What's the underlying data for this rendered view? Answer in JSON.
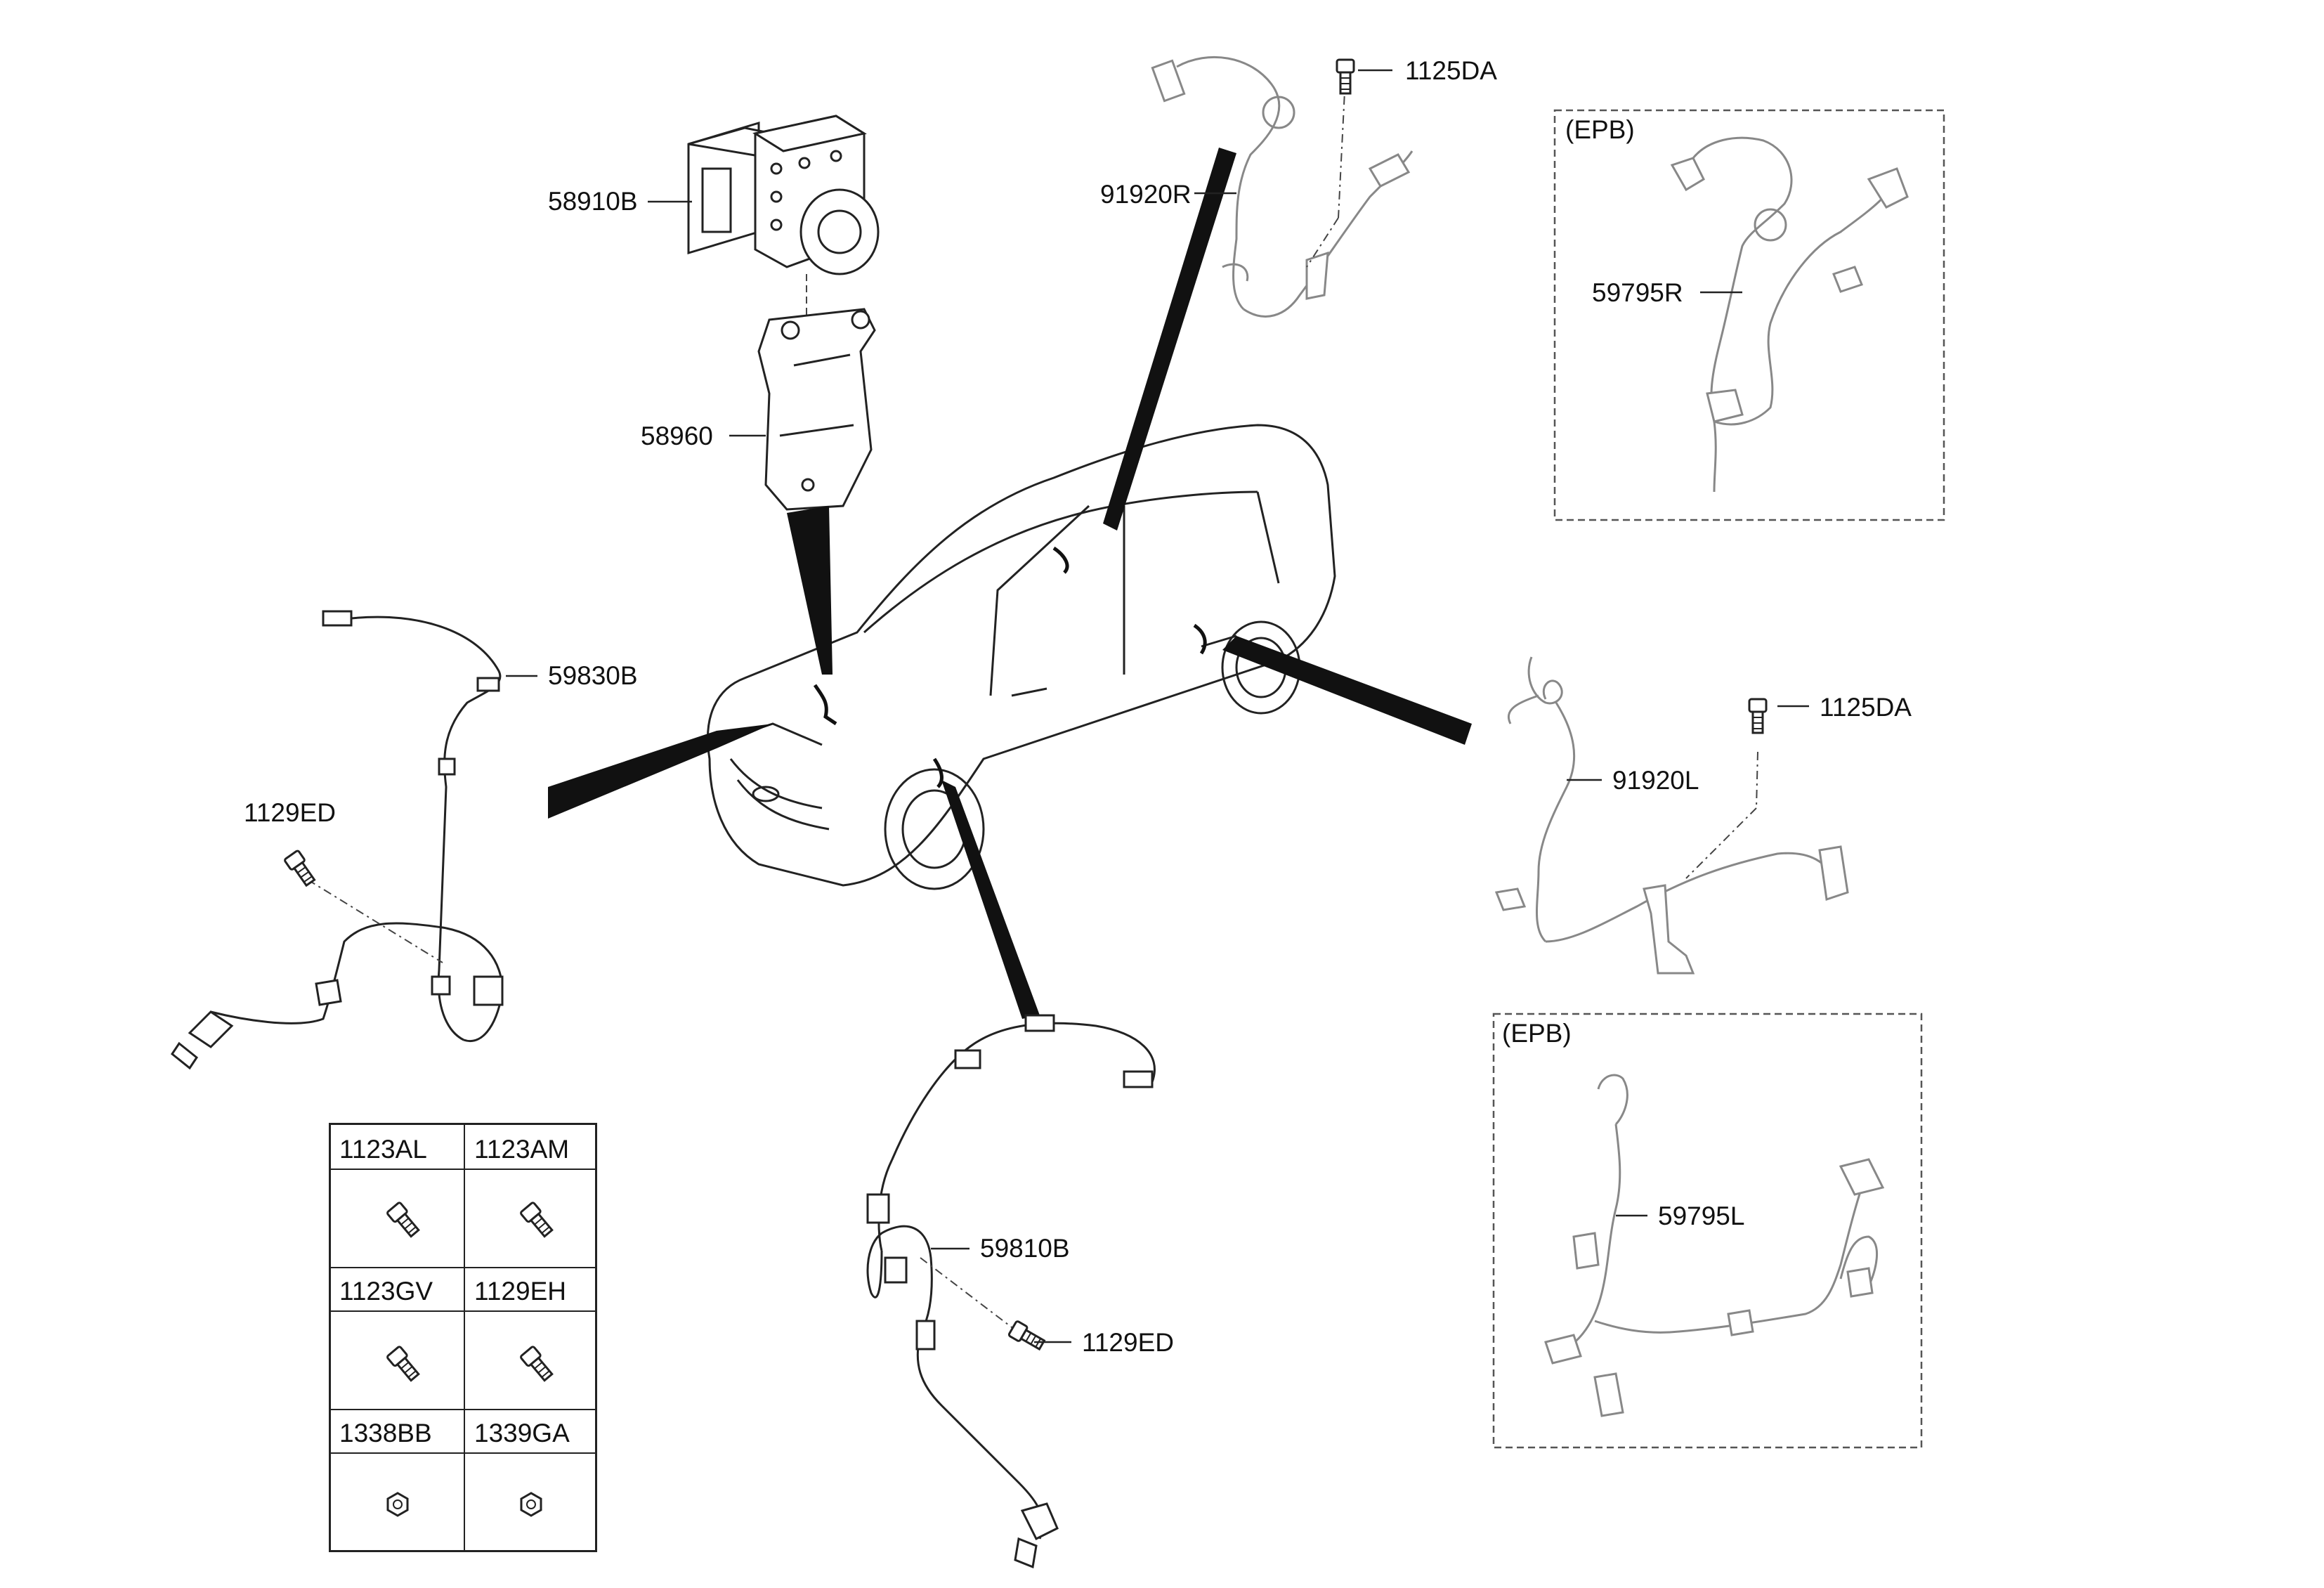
{
  "labels": {
    "abs_module": "58910B",
    "bracket": "58960",
    "front_sensor_right": "59830B",
    "bolt_front_right": "1129ED",
    "front_sensor_left": "59810B",
    "bolt_front_left": "1129ED",
    "rear_sensor_right": "91920R",
    "bolt_rear_right": "1125DA",
    "rear_sensor_left": "91920L",
    "bolt_rear_left": "1125DA",
    "epb_sensor_right": "59795R",
    "epb_sensor_left": "59795L"
  },
  "epb_boxes": {
    "upper_title": "(EPB)",
    "lower_title": "(EPB)"
  },
  "parts_table": {
    "cells": [
      "1123AL",
      "1123AM",
      "1123GV",
      "1129EH",
      "1338BB",
      "1339GA"
    ]
  },
  "icons": {
    "bolt": "bolt-icon",
    "nut": "nut-icon"
  }
}
